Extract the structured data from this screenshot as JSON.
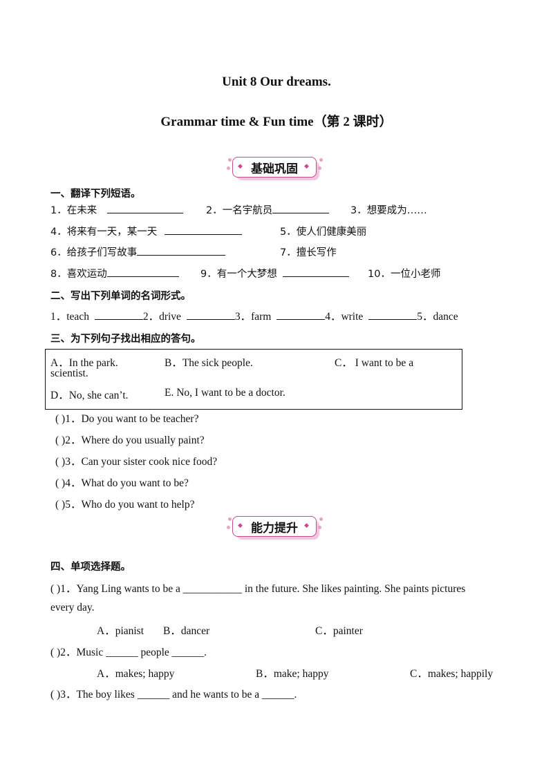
{
  "title_line1": "Unit 8 Our dreams.",
  "title_line2": "Grammar  time  &  Fun  time（第 2 课时）",
  "banner1": "基础巩固",
  "banner2": "能力提升",
  "banner_accent": "#c94a8a",
  "section1": {
    "heading": "一、翻译下列短语。",
    "items": [
      "1．在未来",
      "2．一名宇航员",
      "3．想要成为……",
      "4．将来有一天，某一天",
      "5．使人们健康美丽",
      "6．给孩子们写故事",
      "7．擅长写作",
      "8．喜欢运动",
      "9．有一个大梦想",
      "10．一位小老师"
    ]
  },
  "section2": {
    "heading": "二、写出下列单词的名词形式。",
    "items": [
      "1．teach",
      "2．drive",
      "3．farm",
      "4．write",
      "5．dance"
    ]
  },
  "section3": {
    "heading": "三、为下列句子找出相应的答句。",
    "options": {
      "A": "A．In the park.",
      "B": "B．The sick people.",
      "C": "C．   I want to be a",
      "C_cont": "scientist.",
      "D": "D．No, she can’t.",
      "E": "E. No, I want to be a doctor."
    },
    "questions": [
      "(      )1．Do you want to be teacher?",
      "(      )2．Where do you usually paint?",
      "(      )3．Can your sister cook nice food?",
      "(      )4．What do you want to be?",
      "(      )5．Who do you want to help?"
    ]
  },
  "section4": {
    "heading": "四、单项选择题。",
    "q1": "(       )1．Yang Ling wants to be a ___________ in the future. She likes painting. She paints pictures",
    "q1_cont": "every day.",
    "q1_a": "A．pianist",
    "q1_b": "B．dancer",
    "q1_c": "C．painter",
    "q2": "(       )2．Music ______ people ______.",
    "q2_a": "A．makes; happy",
    "q2_b": "B．make; happy",
    "q2_c": "C．makes; happily",
    "q3": "(       )3．The boy likes ______ and he wants to be a ______."
  }
}
